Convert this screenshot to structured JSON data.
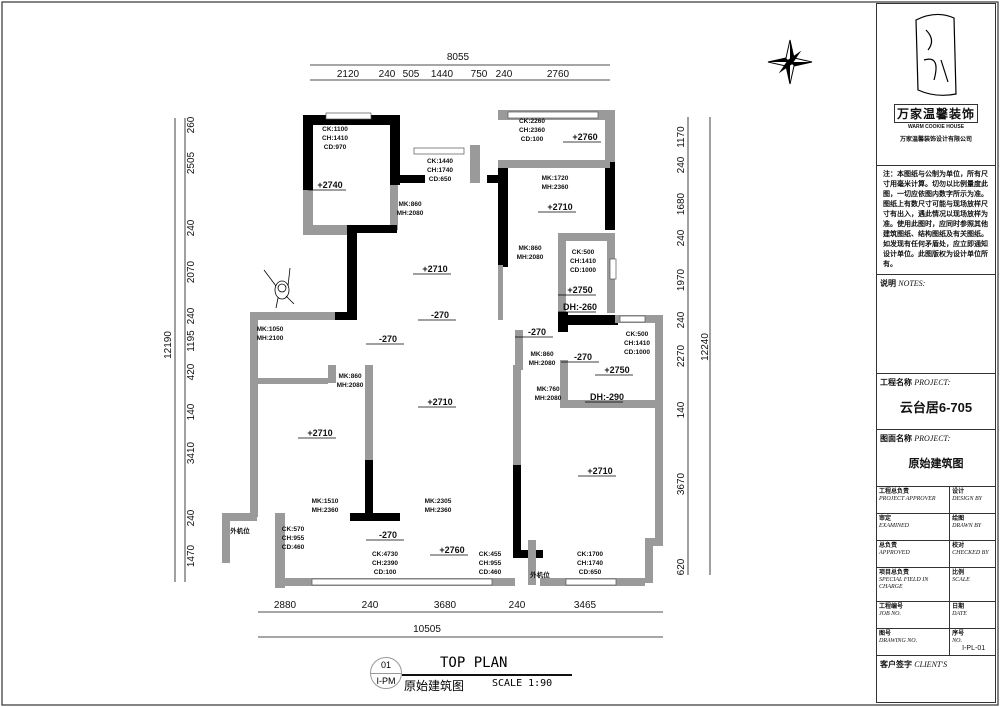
{
  "drawing": {
    "dims_top": {
      "total": "8055",
      "segments": [
        "2120",
        "240",
        "505",
        "1440",
        "750",
        "240",
        "2760"
      ]
    },
    "dims_bottom": {
      "total": "10505",
      "segments": [
        "2880",
        "240",
        "3680",
        "240",
        "3465"
      ]
    },
    "dims_left": {
      "total": "12190",
      "segments": [
        "260",
        "2505",
        "240",
        "2070",
        "240",
        "1195",
        "420",
        "140",
        "3410",
        "240",
        "1470"
      ]
    },
    "dims_right": {
      "total": "12240",
      "segments": [
        "1170",
        "240",
        "1680",
        "240",
        "1970",
        "240",
        "2270",
        "140",
        "3670",
        "620"
      ]
    },
    "elevations": [
      "+2740",
      "+2710",
      "-270",
      "-270",
      "+2760",
      "+2710",
      "+2750",
      "DH:-260",
      "-270",
      "-270",
      "+2750",
      "DH:-290",
      "+2710",
      "+2710",
      "+2710",
      "-270",
      "+2760"
    ],
    "openings": [
      [
        "CK:1100",
        "CH:1410",
        "CD:970"
      ],
      [
        "CK:1440",
        "CH:1740",
        "CD:650"
      ],
      [
        "MK:860",
        "MH:2080"
      ],
      [
        "CK:2260",
        "CH:2360",
        "CD:100"
      ],
      [
        "MK:1720",
        "MH:2360"
      ],
      [
        "MK:860",
        "MH:2080"
      ],
      [
        "CK:500",
        "CH:1410",
        "CD:1000"
      ],
      [
        "MK:1050",
        "MH:2100"
      ],
      [
        "CK:500",
        "CH:1410",
        "CD:1000"
      ],
      [
        "MK:860",
        "MH:2080"
      ],
      [
        "MK:860",
        "MH:2080"
      ],
      [
        "MK:760",
        "MH:2080"
      ],
      [
        "MK:1510",
        "MH:2360"
      ],
      [
        "MK:2305",
        "MH:2360"
      ],
      [
        "CK:570",
        "CH:955",
        "CD:460"
      ],
      [
        "CK:4730",
        "CH:2390",
        "CD:100"
      ],
      [
        "CK:455",
        "CH:955",
        "CD:460"
      ],
      [
        "CK:1700",
        "CH:1740",
        "CD:650"
      ]
    ],
    "ac_positions": [
      "外机位",
      "外机位"
    ]
  },
  "plan_title": {
    "number": "01",
    "code": "I-PM",
    "title": "TOP PLAN",
    "subtitle": "原始建筑图",
    "scale": "SCALE 1:90"
  },
  "title_block": {
    "company_logo_text": "万家温馨装饰",
    "company_en": "WARM COOKIE HOUSE",
    "company_full": "万家温馨装饰设计有限公司",
    "notes_cn": "注：本图纸与公制为单位，所有尺寸用毫米计算。切勿以比例量度此图，一切应依图内数字所示为准。图纸上有数尺寸可能与现场放样尺寸有出入，遇此情况以现场放样为准。使用此图时，应同时参照其他建筑图纸、结构图纸及有关图纸。如发现有任何矛盾处，应立即通知设计单位。此图版权为设计单位所有。",
    "notes_label": "说明",
    "notes_label_en": "NOTES:",
    "project_label": "工程名称",
    "project_label_en": "PROJECT:",
    "project_name": "云台居6-705",
    "drawing_label": "图面名称",
    "drawing_label_en": "PROJECT:",
    "drawing_name": "原始建筑图",
    "fields": [
      {
        "cn": "工程总负责",
        "en": "PROJECT APPROVER",
        "value": ""
      },
      {
        "cn": "设计",
        "en": "DESIGN BY",
        "value": ""
      },
      {
        "cn": "审定",
        "en": "EXAMINED",
        "value": ""
      },
      {
        "cn": "绘图",
        "en": "DRAWN BY",
        "value": ""
      },
      {
        "cn": "总负责",
        "en": "APPROVED",
        "value": ""
      },
      {
        "cn": "校对",
        "en": "CHECKED BY",
        "value": ""
      },
      {
        "cn": "项目总负责",
        "en": "SPECIAL FIELD IN CHARGE",
        "value": ""
      },
      {
        "cn": "比例",
        "en": "SCALE",
        "value": ""
      },
      {
        "cn": "工程编号",
        "en": "JOB NO.",
        "value": ""
      },
      {
        "cn": "日期",
        "en": "DATE",
        "value": ""
      },
      {
        "cn": "图号",
        "en": "DRAWING NO.",
        "value": ""
      },
      {
        "cn": "序号",
        "en": "NO.",
        "value": "I-PL-01"
      }
    ],
    "client_label": "客户签字",
    "client_label_en": "CLIENT'S"
  }
}
